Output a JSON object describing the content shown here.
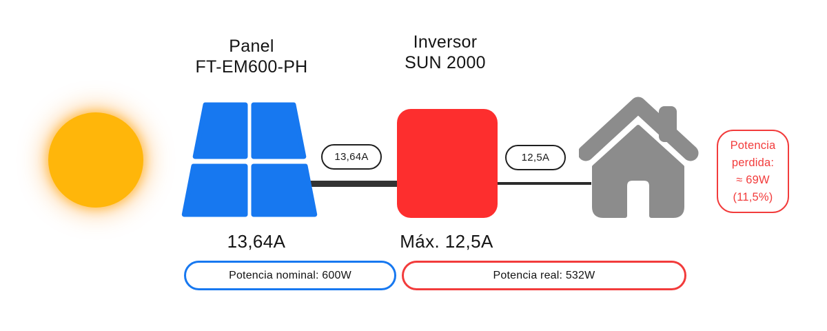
{
  "theme": {
    "panel_blue": "#1778F0",
    "inverter_red": "#FD2E2E",
    "accent_red": "#F23B3B",
    "sun_yellow": "#FFB60A",
    "house_gray": "#8C8C8C",
    "wire_dark": "#333333"
  },
  "icons": {
    "sun": "sun-icon",
    "solar_panel": "solar-panel-icon",
    "house": "house-icon"
  },
  "panel": {
    "title_line1": "Panel",
    "title_line2": "FT-EM600-PH",
    "current": "13,64A"
  },
  "inverter": {
    "title_line1": "Inversor",
    "title_line2": "SUN 2000",
    "current": "Máx. 12,5A"
  },
  "connections": {
    "panel_to_inverter": "13,64A",
    "inverter_to_house": "12,5A"
  },
  "loss_box": {
    "line1": "Potencia",
    "line2": "perdida:",
    "line3": "≈ 69W",
    "line4": "(11,5%)"
  },
  "summary": {
    "nominal": "Potencia nominal: 600W",
    "real": "Potencia real: 532W"
  }
}
